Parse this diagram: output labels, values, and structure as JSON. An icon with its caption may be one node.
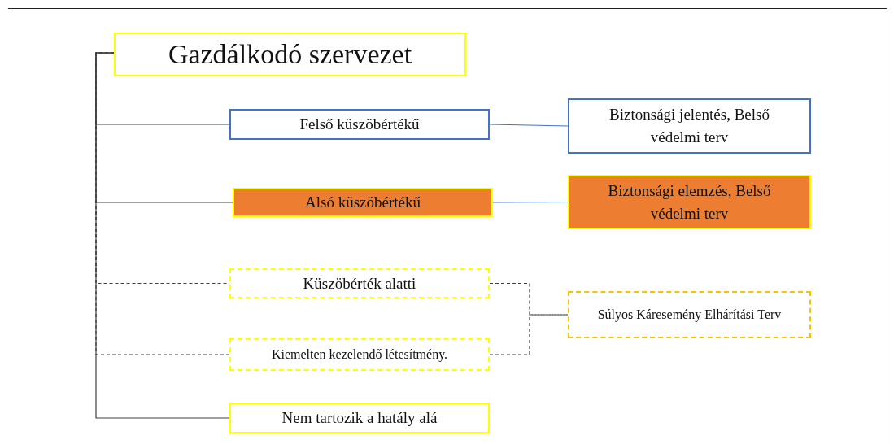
{
  "diagram": {
    "nodes": [
      {
        "text": [
          "Gazdálkodó szervezet"
        ]
      },
      {
        "text": [
          "Felső küszöbértékű"
        ]
      },
      {
        "text": [
          "Biztonsági jelentés, Belső védelmi terv"
        ]
      },
      {
        "text": [
          "Alsó küszöbértékű"
        ]
      },
      {
        "text": [
          "Biztonsági elemzés, Belső védelmi terv"
        ]
      },
      {
        "text": [
          "Küszöbérték alatti"
        ]
      },
      {
        "text": [
          "Kiemelten kezelendő létesítmény."
        ]
      },
      {
        "text": [
          "Súlyos Káresemény Elhárítási Terv"
        ]
      },
      {
        "text": [
          "Nem tartozik a hatály alá"
        ]
      }
    ],
    "edges": [
      {
        "from": 0,
        "to": 1,
        "arrow": "none"
      },
      {
        "from": 0,
        "to": 3,
        "arrow": "none"
      },
      {
        "from": 0,
        "to": 5,
        "arrow": "none",
        "style": "dashed"
      },
      {
        "from": 0,
        "to": 6,
        "arrow": "none",
        "style": "dashed"
      },
      {
        "from": 0,
        "to": 8,
        "arrow": "none"
      },
      {
        "from": 1,
        "to": 2,
        "arrow": "none",
        "color": "#4472c4"
      },
      {
        "from": 3,
        "to": 4,
        "arrow": "none",
        "color": "#4472c4"
      },
      {
        "from": 5,
        "to": 7,
        "arrow": "none",
        "style": "dashed"
      },
      {
        "from": 6,
        "to": 7,
        "arrow": "none",
        "style": "dashed"
      }
    ]
  }
}
